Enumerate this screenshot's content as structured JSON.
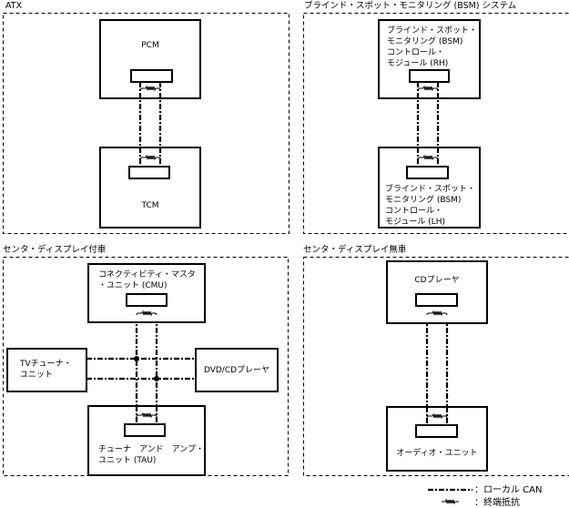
{
  "sections": {
    "atx": {
      "title": "ATX",
      "upper_module": [
        "PCM"
      ],
      "lower_module": [
        "TCM"
      ]
    },
    "bsm": {
      "title": "ブラインド・スポット・モニタリング (BSM) システム",
      "upper_module": [
        "ブラインド・スポット・",
        "モニタリング (BSM)",
        "コントロール・",
        "モジュール (RH)"
      ],
      "lower_module": [
        "ブラインド・スポット・",
        "モニタリング (BSM)",
        "コントロール・",
        "モジュール (LH)"
      ]
    },
    "with_display": {
      "title": "センタ・ディスプレイ付車",
      "upper_module": [
        "コネクティビティ・マスタ",
        "・ユニット (CMU)"
      ],
      "left_module": [
        "TVチューナ・",
        "ユニット"
      ],
      "right_module": [
        "DVD/CDプレーヤ"
      ],
      "lower_module": [
        "チューナ　アンド　アンプ・",
        "ユニット (TAU)"
      ]
    },
    "without_display": {
      "title": "センタ・ディスプレイ無車",
      "upper_module": [
        "CDプレーヤ"
      ],
      "lower_module": [
        "オーディオ・ユニット"
      ]
    }
  },
  "legend": {
    "can_label": "：ローカル CAN",
    "resistor_label": "：終端抵抗"
  }
}
